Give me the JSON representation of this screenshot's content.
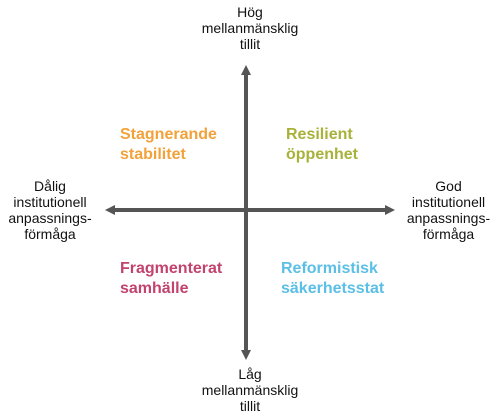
{
  "axes": {
    "top": {
      "lines": [
        "Hög",
        "mellanmänsklig",
        "tillit"
      ]
    },
    "bottom": {
      "lines": [
        "Låg",
        "mellanmänsklig",
        "tillit"
      ]
    },
    "left": {
      "lines": [
        "Dålig",
        "institutionell",
        "anpassnings-",
        "förmåga"
      ]
    },
    "right": {
      "lines": [
        "God",
        "institutionell",
        "anpassnings-",
        "förmåga"
      ]
    },
    "color": "#555555"
  },
  "quadrants": {
    "top_left": {
      "lines": [
        "Stagnerande",
        "stabilitet"
      ],
      "color": "#F2A23A"
    },
    "top_right": {
      "lines": [
        "Resilient",
        "öppenhet"
      ],
      "color": "#A8B23A"
    },
    "bottom_left": {
      "lines": [
        "Fragmenterat",
        "samhälle"
      ],
      "color": "#C2436E"
    },
    "bottom_right": {
      "lines": [
        "Reformistisk",
        "säkerhetsstat"
      ],
      "color": "#5BBFE6"
    }
  }
}
